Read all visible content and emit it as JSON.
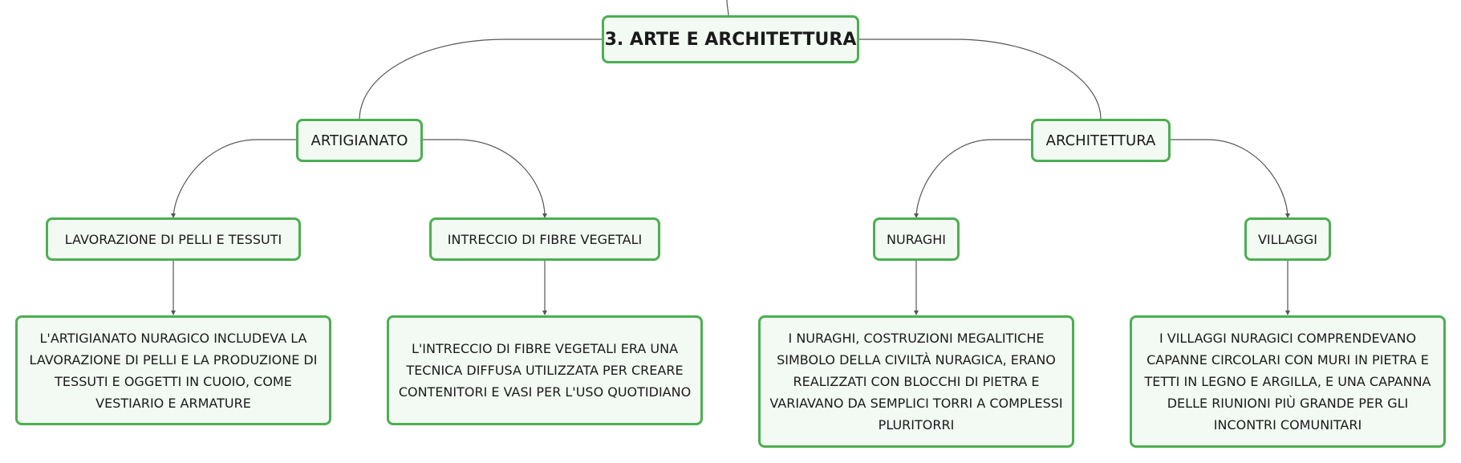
{
  "root": {
    "label": "3. ARTE E ARCHITETTURA"
  },
  "branches": [
    {
      "label": "ARTIGIANATO",
      "children": [
        {
          "label": "LAVORAZIONE DI PELLI E TESSUTI",
          "description": "L'ARTIGIANATO NURAGICO INCLUDEVA LA LAVORAZIONE DI PELLI E LA PRODUZIONE DI TESSUTI E OGGETTI IN CUOIO, COME VESTIARIO E ARMATURE"
        },
        {
          "label": "INTRECCIO DI FIBRE VEGETALI",
          "description": "L'INTRECCIO DI FIBRE VEGETALI ERA UNA TECNICA DIFFUSA UTILIZZATA PER CREARE CONTENITORI E VASI PER L'USO QUOTIDIANO"
        }
      ]
    },
    {
      "label": "ARCHITETTURA",
      "children": [
        {
          "label": "NURAGHI",
          "description": "I NURAGHI, COSTRUZIONI MEGALITICHE SIMBOLO DELLA CIVILTÀ NURAGICA, ERANO REALIZZATI CON BLOCCHI DI PIETRA E VARIAVANO DA SEMPLICI TORRI A COMPLESSI PLURITORRI"
        },
        {
          "label": "VILLAGGI",
          "description": "I VILLAGGI NURAGICI COMPRENDEVANO CAPANNE CIRCOLARI CON MURI IN PIETRA E TETTI IN LEGNO E ARGILLA, E UNA CAPANNA DELLE RIUNIONI PIÙ GRANDE PER GLI INCONTRI COMUNITARI"
        }
      ]
    }
  ]
}
